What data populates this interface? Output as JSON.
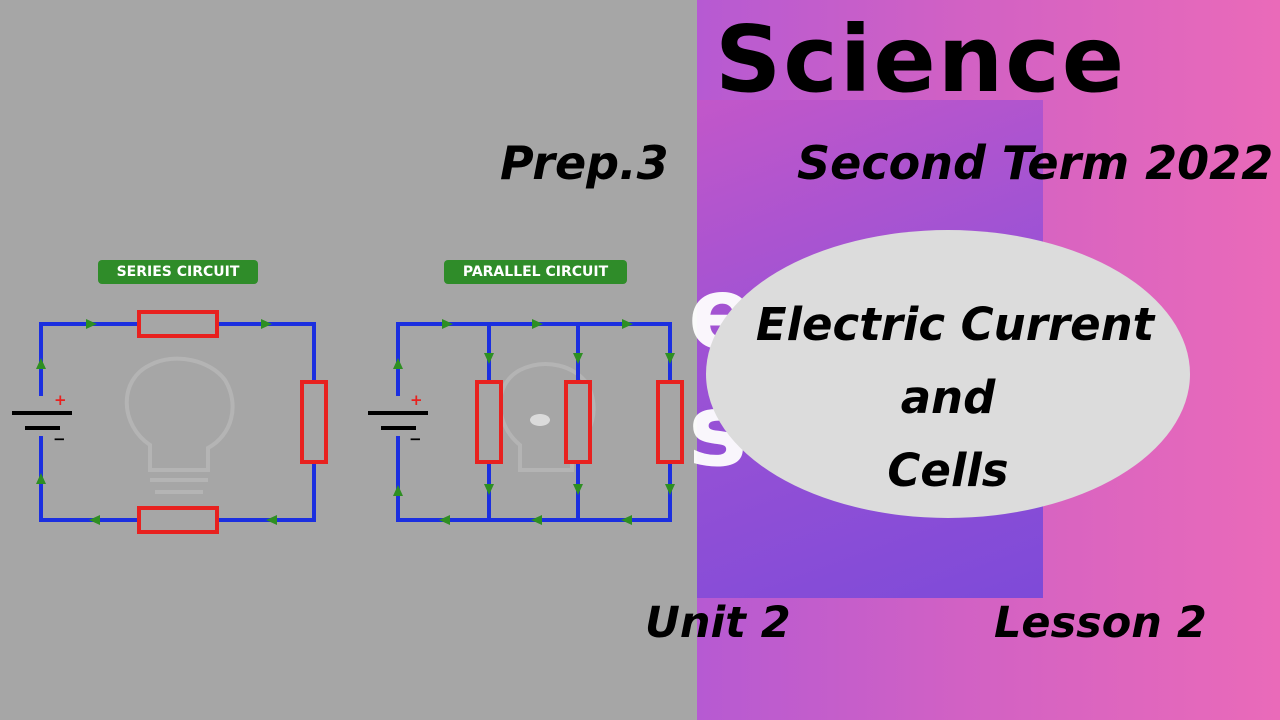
{
  "header": {
    "title": "Science",
    "grade": "Prep.3",
    "term": "Second Term 2022"
  },
  "lesson_title": {
    "line1": "Electric Current",
    "line2": "and",
    "line3": "Cells"
  },
  "footer": {
    "unit": "Unit 2",
    "lesson": "Lesson 2"
  },
  "diagram": {
    "series_label": "SERIES CIRCUIT",
    "parallel_label": "PARALLEL CIRCUIT",
    "battery_plus": "+",
    "battery_minus": "−"
  },
  "colors": {
    "wire": "#1b2fe0",
    "resistor": "#e8211f",
    "arrow": "#2e8f22",
    "panel_gray": "#a6a6a6",
    "ellipse": "#dcdcdc"
  }
}
